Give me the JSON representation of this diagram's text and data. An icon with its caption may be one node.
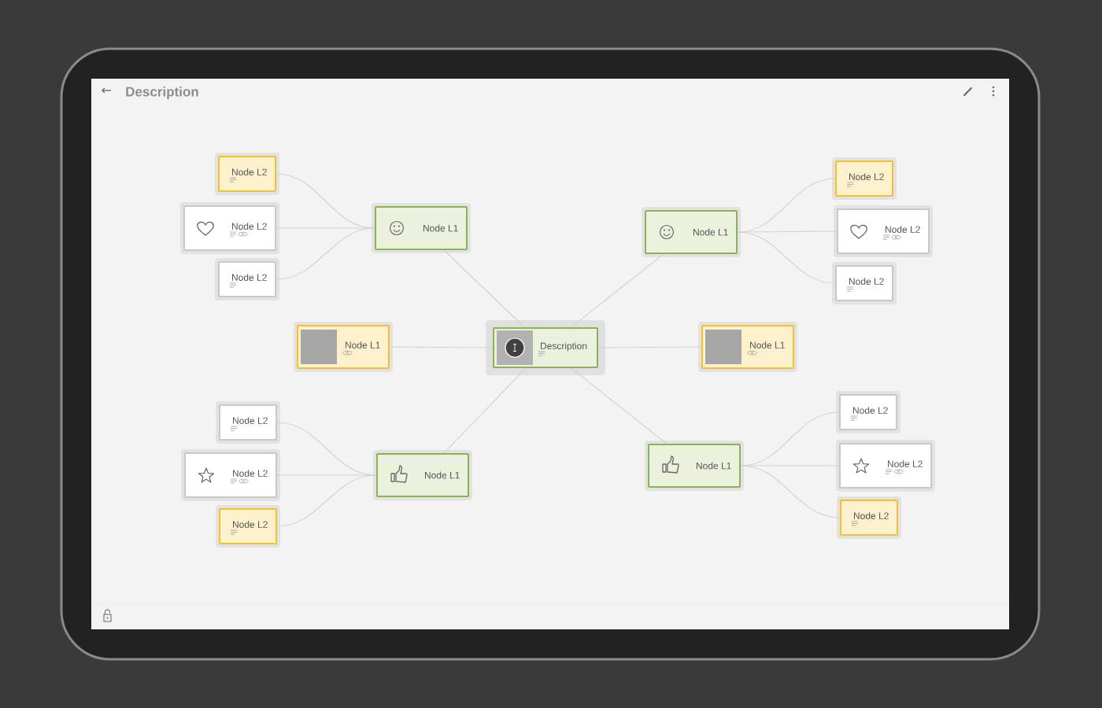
{
  "diagram": {
    "title": "Description",
    "nodes": [
      {
        "text": [
          "Description"
        ]
      },
      {
        "text": [
          "Node L1"
        ]
      },
      {
        "text": [
          "Node L1"
        ]
      },
      {
        "text": [
          "Node L1"
        ]
      },
      {
        "text": [
          "Node L1"
        ]
      },
      {
        "text": [
          "Node L1"
        ]
      },
      {
        "text": [
          "Node L1"
        ]
      },
      {
        "text": [
          "Node L2"
        ]
      },
      {
        "text": [
          "Node L2"
        ]
      },
      {
        "text": [
          "Node L2"
        ]
      },
      {
        "text": [
          "Node L2"
        ]
      },
      {
        "text": [
          "Node L2"
        ]
      },
      {
        "text": [
          "Node L2"
        ]
      },
      {
        "text": [
          "Node L2"
        ]
      },
      {
        "text": [
          "Node L2"
        ]
      },
      {
        "text": [
          "Node L2"
        ]
      },
      {
        "text": [
          "Node L2"
        ]
      },
      {
        "text": [
          "Node L2"
        ]
      },
      {
        "text": [
          "Node L2"
        ]
      }
    ],
    "edges": [
      {
        "from": 0,
        "to": 1,
        "arrow": "none"
      },
      {
        "from": 0,
        "to": 2,
        "arrow": "none"
      },
      {
        "from": 0,
        "to": 3,
        "arrow": "none"
      },
      {
        "from": 0,
        "to": 4,
        "arrow": "none"
      },
      {
        "from": 0,
        "to": 5,
        "arrow": "none"
      },
      {
        "from": 0,
        "to": 6,
        "arrow": "none"
      },
      {
        "from": 1,
        "to": 7,
        "arrow": "none"
      },
      {
        "from": 1,
        "to": 8,
        "arrow": "none"
      },
      {
        "from": 1,
        "to": 9,
        "arrow": "none"
      },
      {
        "from": 2,
        "to": 10,
        "arrow": "none"
      },
      {
        "from": 2,
        "to": 11,
        "arrow": "none"
      },
      {
        "from": 2,
        "to": 12,
        "arrow": "none"
      },
      {
        "from": 5,
        "to": 13,
        "arrow": "none"
      },
      {
        "from": 5,
        "to": 14,
        "arrow": "none"
      },
      {
        "from": 5,
        "to": 15,
        "arrow": "none"
      },
      {
        "from": 6,
        "to": 16,
        "arrow": "none"
      },
      {
        "from": 6,
        "to": 17,
        "arrow": "none"
      },
      {
        "from": 6,
        "to": 18,
        "arrow": "none"
      }
    ]
  }
}
